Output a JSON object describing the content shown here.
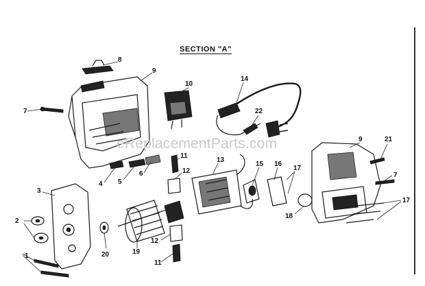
{
  "diagram": {
    "title": "SECTION \"A\"",
    "watermark": "eReplacementParts.com",
    "callouts": [
      {
        "label": "1"
      },
      {
        "label": "2"
      },
      {
        "label": "3"
      },
      {
        "label": "4"
      },
      {
        "label": "5"
      },
      {
        "label": "6"
      },
      {
        "label": "7"
      },
      {
        "label": "7"
      },
      {
        "label": "8"
      },
      {
        "label": "9"
      },
      {
        "label": "9"
      },
      {
        "label": "10"
      },
      {
        "label": "11"
      },
      {
        "label": "11"
      },
      {
        "label": "12"
      },
      {
        "label": "12"
      },
      {
        "label": "13"
      },
      {
        "label": "14"
      },
      {
        "label": "15"
      },
      {
        "label": "16"
      },
      {
        "label": "17"
      },
      {
        "label": "17"
      },
      {
        "label": "18"
      },
      {
        "label": "19"
      },
      {
        "label": "20"
      },
      {
        "label": "21"
      },
      {
        "label": "22"
      }
    ]
  }
}
